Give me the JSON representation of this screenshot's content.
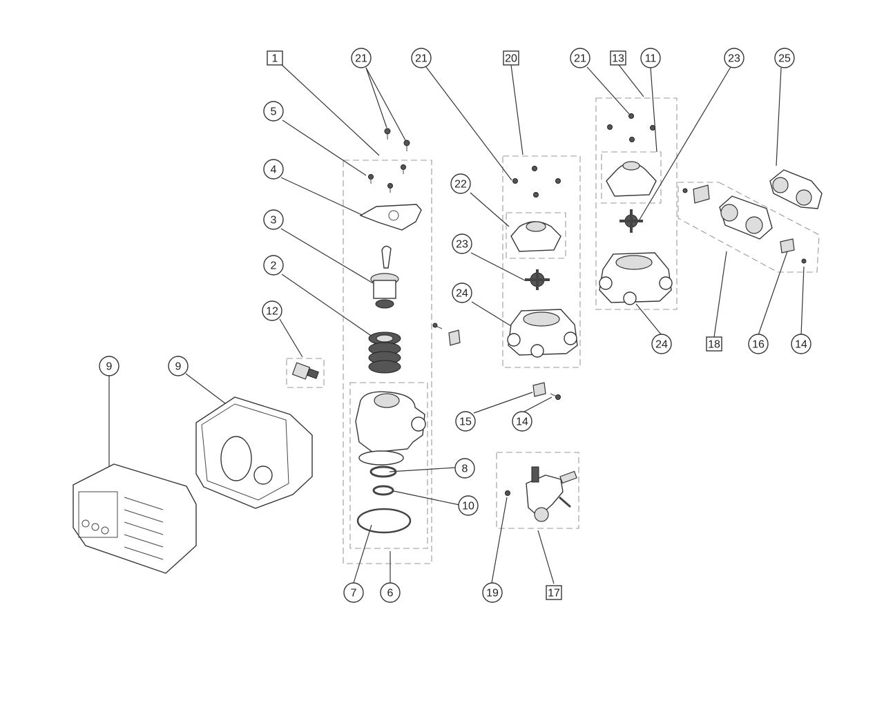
{
  "callouts": [
    {
      "id": "c1",
      "label": "1",
      "shape": "square"
    },
    {
      "id": "c21a",
      "label": "21",
      "shape": "circle"
    },
    {
      "id": "c21b",
      "label": "21",
      "shape": "circle"
    },
    {
      "id": "c20",
      "label": "20",
      "shape": "square"
    },
    {
      "id": "c21c",
      "label": "21",
      "shape": "circle"
    },
    {
      "id": "c13",
      "label": "13",
      "shape": "square"
    },
    {
      "id": "c11",
      "label": "11",
      "shape": "circle"
    },
    {
      "id": "c23a",
      "label": "23",
      "shape": "circle"
    },
    {
      "id": "c25",
      "label": "25",
      "shape": "circle"
    },
    {
      "id": "c5",
      "label": "5",
      "shape": "circle"
    },
    {
      "id": "c4",
      "label": "4",
      "shape": "circle"
    },
    {
      "id": "c3",
      "label": "3",
      "shape": "circle"
    },
    {
      "id": "c2",
      "label": "2",
      "shape": "circle"
    },
    {
      "id": "c12",
      "label": "12",
      "shape": "circle"
    },
    {
      "id": "c22",
      "label": "22",
      "shape": "circle"
    },
    {
      "id": "c23b",
      "label": "23",
      "shape": "circle"
    },
    {
      "id": "c24a",
      "label": "24",
      "shape": "circle"
    },
    {
      "id": "c24b",
      "label": "24",
      "shape": "circle"
    },
    {
      "id": "c18",
      "label": "18",
      "shape": "square"
    },
    {
      "id": "c16",
      "label": "16",
      "shape": "circle"
    },
    {
      "id": "c14a",
      "label": "14",
      "shape": "circle"
    },
    {
      "id": "c9a",
      "label": "9",
      "shape": "circle"
    },
    {
      "id": "c9b",
      "label": "9",
      "shape": "circle"
    },
    {
      "id": "c15",
      "label": "15",
      "shape": "circle"
    },
    {
      "id": "c14b",
      "label": "14",
      "shape": "circle"
    },
    {
      "id": "c8",
      "label": "8",
      "shape": "circle"
    },
    {
      "id": "c10",
      "label": "10",
      "shape": "circle"
    },
    {
      "id": "c7",
      "label": "7",
      "shape": "circle"
    },
    {
      "id": "c6",
      "label": "6",
      "shape": "circle"
    },
    {
      "id": "c19",
      "label": "19",
      "shape": "circle"
    },
    {
      "id": "c17",
      "label": "17",
      "shape": "square"
    }
  ]
}
